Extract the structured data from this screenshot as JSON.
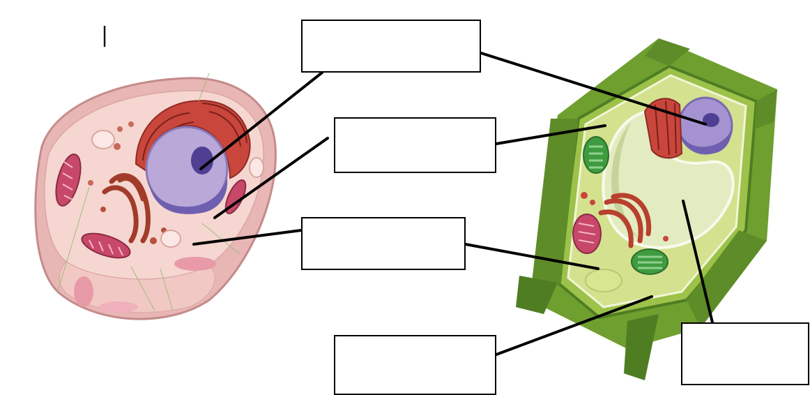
{
  "stray_mark": "|",
  "label_boxes": [
    {
      "id": "box-top",
      "text": ""
    },
    {
      "id": "box-upper-middle",
      "text": ""
    },
    {
      "id": "box-middle",
      "text": ""
    },
    {
      "id": "box-bottom",
      "text": ""
    },
    {
      "id": "box-right",
      "text": ""
    }
  ],
  "colors": {
    "animal_membrane": "#e9b6b6",
    "animal_cytoplasm": "#f4d2cc",
    "nucleus": "#b9a8d8",
    "nucleolus": "#5a4a9a",
    "rough_er": "#c8463c",
    "mitochondria": "#c8486a",
    "golgi": "#a23c2a",
    "cell_wall": "#7cae3a",
    "cell_wall_dark": "#4f7d22",
    "plant_cytoplasm": "#cfe08a",
    "vacuole": "#e3ecc0",
    "chloroplast": "#3f9b3f",
    "leader_line": "#000000"
  }
}
